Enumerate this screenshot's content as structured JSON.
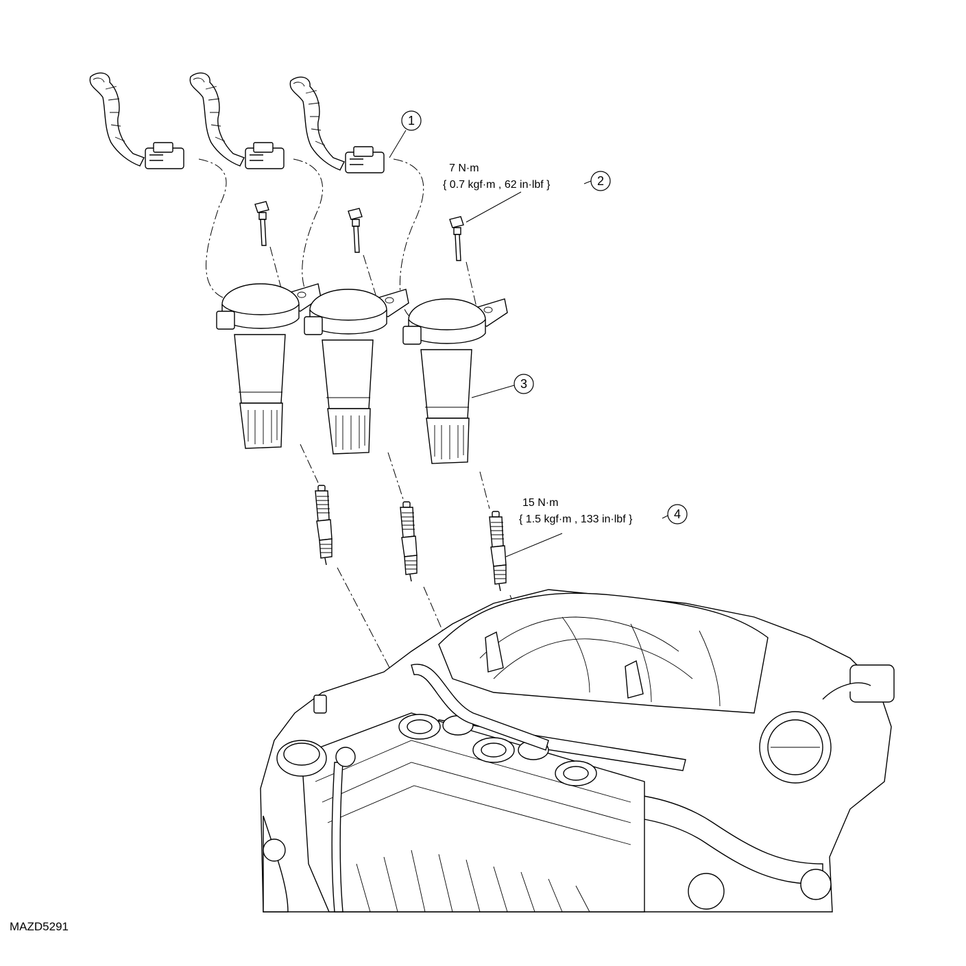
{
  "figure_id": "MAZD5291",
  "callouts": [
    {
      "number": "1"
    },
    {
      "number": "2",
      "torque_line1": "7 N·m",
      "torque_line2": "{ 0.7 kgf·m , 62 in·lbf }"
    },
    {
      "number": "3"
    },
    {
      "number": "4",
      "torque_line1": "15 N·m",
      "torque_line2": "{ 1.5 kgf·m , 133 in·lbf }"
    }
  ]
}
